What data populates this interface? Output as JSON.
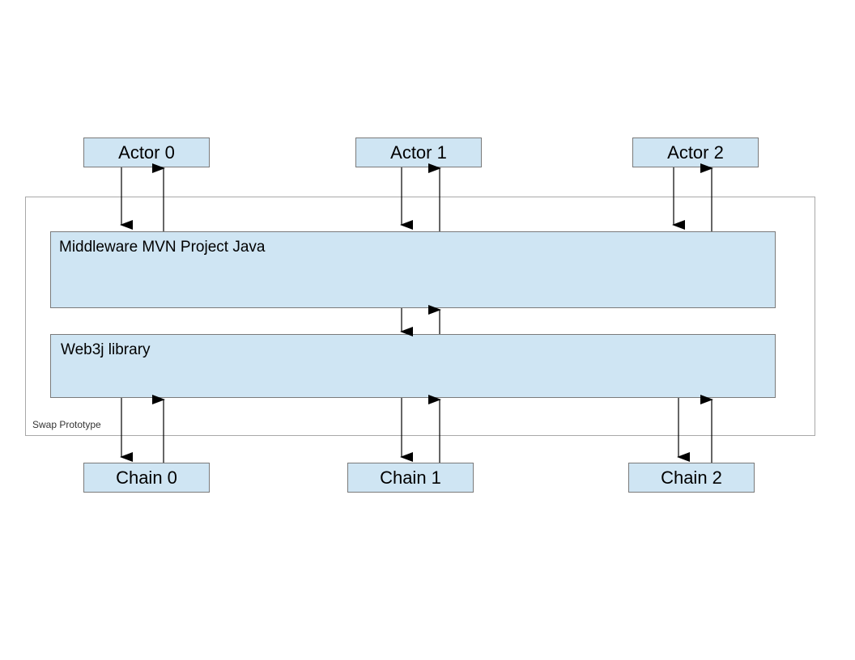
{
  "container": {
    "label": "Swap Prototype"
  },
  "actors": [
    {
      "label": "Actor 0"
    },
    {
      "label": "Actor 1"
    },
    {
      "label": "Actor 2"
    }
  ],
  "layers": {
    "middleware": {
      "label": "Middleware MVN Project Java"
    },
    "library": {
      "label": "Web3j library"
    }
  },
  "chains": [
    {
      "label": "Chain 0"
    },
    {
      "label": "Chain 1"
    },
    {
      "label": "Chain 2"
    }
  ],
  "colors": {
    "box_fill": "#cfe5f3",
    "box_border": "#7a7a7a",
    "frame_border": "#a8a8a8",
    "arrow": "#000000"
  }
}
